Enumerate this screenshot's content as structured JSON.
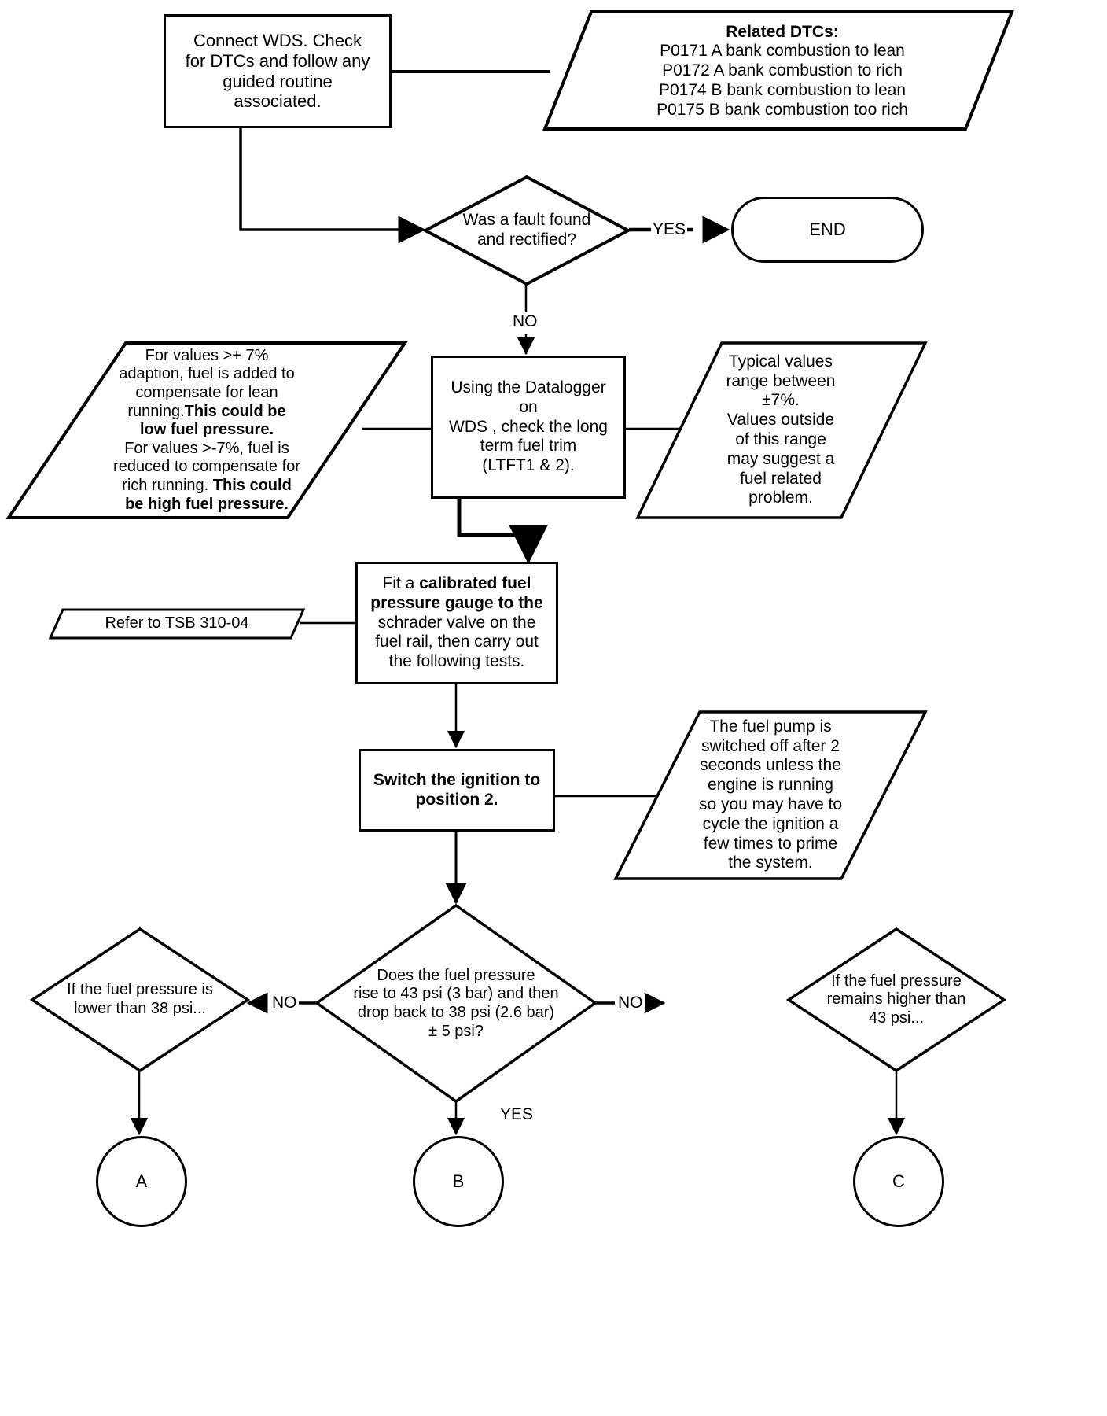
{
  "diagram": {
    "title": "Fuel Pressure Diagnostic Flowchart",
    "line_color": "#000000",
    "background": "#ffffff"
  },
  "nodes": {
    "connect_wds": {
      "type": "process",
      "lines": [
        "Connect WDS. Check",
        "for DTCs and follow any",
        "guided routine",
        "associated."
      ]
    },
    "related_dtcs": {
      "type": "annotation",
      "heading": "Related DTCs:",
      "items": [
        "P0171 A bank combustion to lean",
        "P0172 A bank combustion to rich",
        "P0174 B bank combustion to lean",
        "P0175 B bank combustion too rich"
      ]
    },
    "fault_found": {
      "type": "decision",
      "lines": [
        "Was a fault found",
        "and rectified?"
      ]
    },
    "end": {
      "type": "terminator",
      "label": "END"
    },
    "adaption_note": {
      "type": "annotation",
      "segments": [
        {
          "text": "For values >+ 7% adaption, fuel is added to compensate for lean running.",
          "bold": false
        },
        {
          "text": "This could be low fuel pressure.",
          "bold": true
        },
        {
          "text": " For values >-7%, fuel is reduced to compensate for rich running. ",
          "bold": false
        },
        {
          "text": "This could be high fuel pressure.",
          "bold": true
        }
      ],
      "lines": [
        "For values >+ 7%",
        "adaption, fuel is added to",
        "compensate for lean",
        "running.This could be",
        "low fuel pressure.",
        "For values >-7%, fuel is",
        "reduced to compensate for",
        "rich running. This could",
        "be high fuel pressure."
      ]
    },
    "datalogger": {
      "type": "process",
      "lines": [
        "Using the Datalogger on",
        "WDS , check the long",
        "term fuel  trim",
        "(LTFT1 & 2)."
      ]
    },
    "typical_values": {
      "type": "annotation",
      "lines": [
        "Typical values",
        "range between",
        "±7%.",
        "Values outside",
        "of this range",
        "may suggest a",
        "fuel related",
        "problem."
      ]
    },
    "refer_tsb": {
      "type": "annotation",
      "label": "Refer to TSB 310-04"
    },
    "fit_gauge": {
      "type": "process",
      "lines": [
        "Fit a calibrated fuel",
        "pressure gauge to the",
        "schrader valve on the",
        "fuel rail, then carry out",
        "the following tests."
      ],
      "bold_phrase": "calibrated fuel pressure gauge"
    },
    "switch_ignition": {
      "type": "process",
      "lines": [
        "Switch the ignition to",
        "position 2."
      ],
      "bold": true
    },
    "fuel_pump_note": {
      "type": "annotation",
      "lines": [
        "The fuel pump is",
        "switched off after 2",
        "seconds unless the",
        "engine is running",
        "so you may have to",
        "cycle the ignition a",
        "few times to prime",
        "the system."
      ]
    },
    "pressure_low": {
      "type": "decision",
      "lines": [
        "If the fuel pressure is",
        "lower than 38 psi..."
      ]
    },
    "pressure_check": {
      "type": "decision",
      "lines": [
        "Does the fuel pressure",
        "rise to 43 psi (3 bar) and then",
        "drop back to 38 psi (2.6 bar)",
        "± 5 psi?"
      ]
    },
    "pressure_high": {
      "type": "decision",
      "lines": [
        "If the fuel pressure",
        "remains higher than",
        "43 psi..."
      ]
    },
    "connector_a": {
      "type": "connector",
      "label": "A"
    },
    "connector_b": {
      "type": "connector",
      "label": "B"
    },
    "connector_c": {
      "type": "connector",
      "label": "C"
    }
  },
  "edge_labels": {
    "yes_end": "YES",
    "no_down": "NO",
    "no_left": "NO",
    "no_right": "NO",
    "yes_b": "YES"
  }
}
